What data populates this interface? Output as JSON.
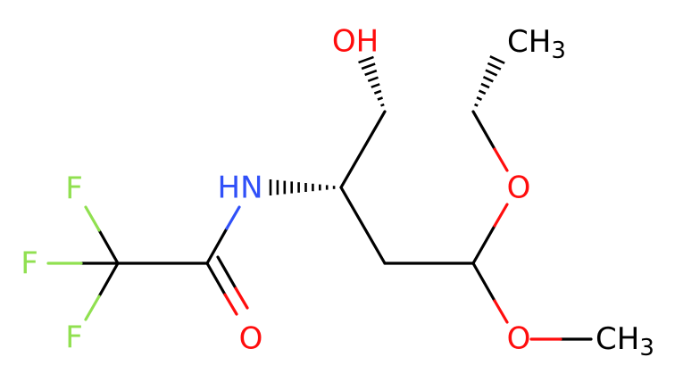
{
  "molecule": {
    "atoms": {
      "hydroxyl": {
        "label": "OH",
        "color": "#ff0d0d"
      },
      "methyl_top": {
        "label": "CH",
        "sub": "3",
        "color": "#000000"
      },
      "ring_oxygen": {
        "label": "O",
        "color": "#ff0d0d"
      },
      "amide_nitrogen": {
        "label": "HN",
        "color": "#3050f8"
      },
      "fluorine_1": {
        "label": "F",
        "color": "#90e050"
      },
      "fluorine_2": {
        "label": "F",
        "color": "#90e050"
      },
      "fluorine_3": {
        "label": "F",
        "color": "#90e050"
      },
      "carbonyl_oxygen": {
        "label": "O",
        "color": "#ff0d0d"
      },
      "methoxy_oxygen": {
        "label": "O",
        "color": "#ff0d0d"
      },
      "methyl_bottom": {
        "label": "CH",
        "sub": "3",
        "color": "#000000"
      }
    },
    "bond_color": "#000000"
  }
}
